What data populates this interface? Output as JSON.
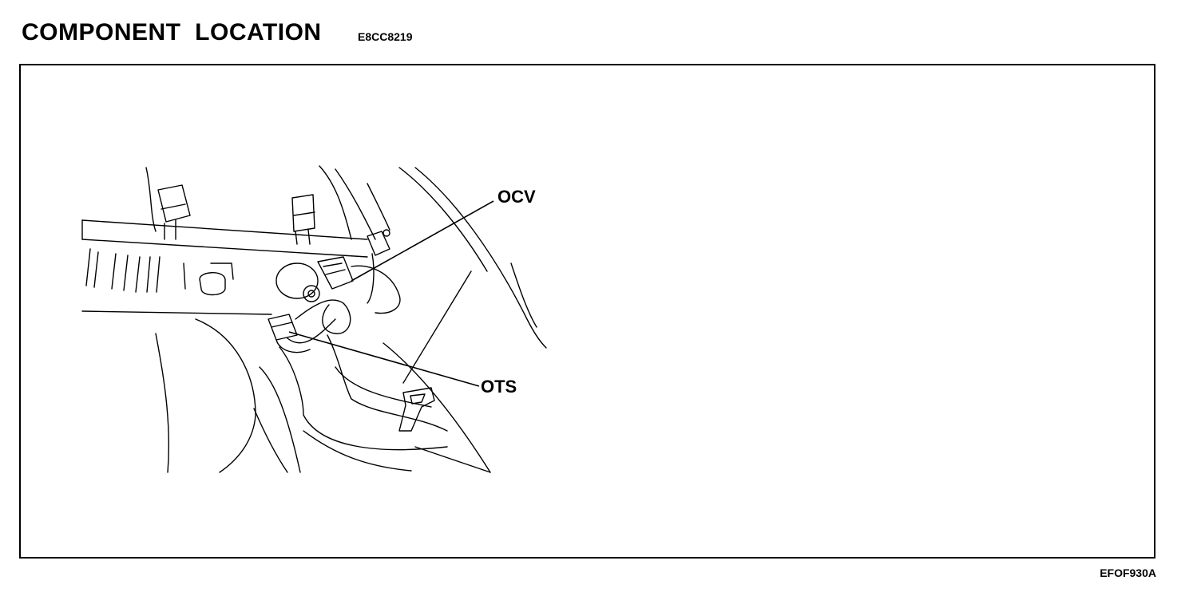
{
  "header": {
    "title": "COMPONENT  LOCATION",
    "code": "E8CC8219"
  },
  "figure": {
    "callouts": {
      "ocv": "OCV",
      "ots": "OTS"
    },
    "figure_code": "EFOF930A"
  }
}
